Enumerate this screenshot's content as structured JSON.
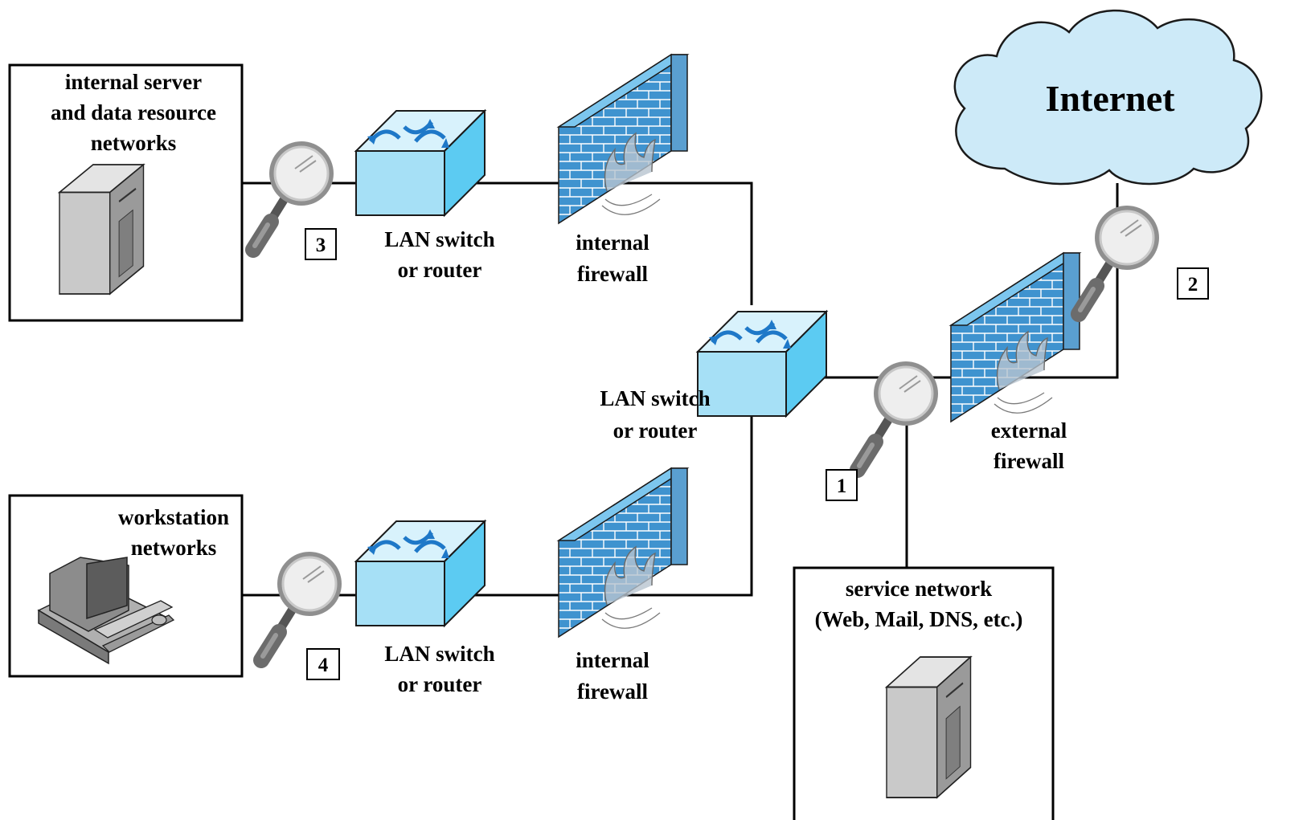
{
  "internet": {
    "label": "Internet"
  },
  "zones": {
    "internal_servers": {
      "line1": "internal server",
      "line2": "and data resource",
      "line3": "networks"
    },
    "workstations": {
      "line1": "workstation",
      "line2": "networks"
    },
    "service_network": {
      "line1": "service network",
      "line2": "(Web, Mail, DNS, etc.)"
    }
  },
  "switches": {
    "top": {
      "line1": "LAN switch",
      "line2": "or router"
    },
    "middle": {
      "line1": "LAN switch",
      "line2": "or router"
    },
    "bottom": {
      "line1": "LAN switch",
      "line2": "or router"
    }
  },
  "firewalls": {
    "internal_top": {
      "line1": "internal",
      "line2": "firewall"
    },
    "internal_bottom": {
      "line1": "internal",
      "line2": "firewall"
    },
    "external": {
      "line1": "external",
      "line2": "firewall"
    }
  },
  "sensors": {
    "s1": "1",
    "s2": "2",
    "s3": "3",
    "s4": "4"
  },
  "colors": {
    "cloud_fill": "#cdeaf8",
    "switch_top": "#d8f2fc",
    "switch_front": "#a6e0f6",
    "switch_side": "#5ccbf2",
    "firewall_front": "#3f93cf",
    "firewall_top": "#7cc6ee",
    "firewall_side": "#6bb8e8",
    "arrow_blue": "#1e78c8"
  }
}
